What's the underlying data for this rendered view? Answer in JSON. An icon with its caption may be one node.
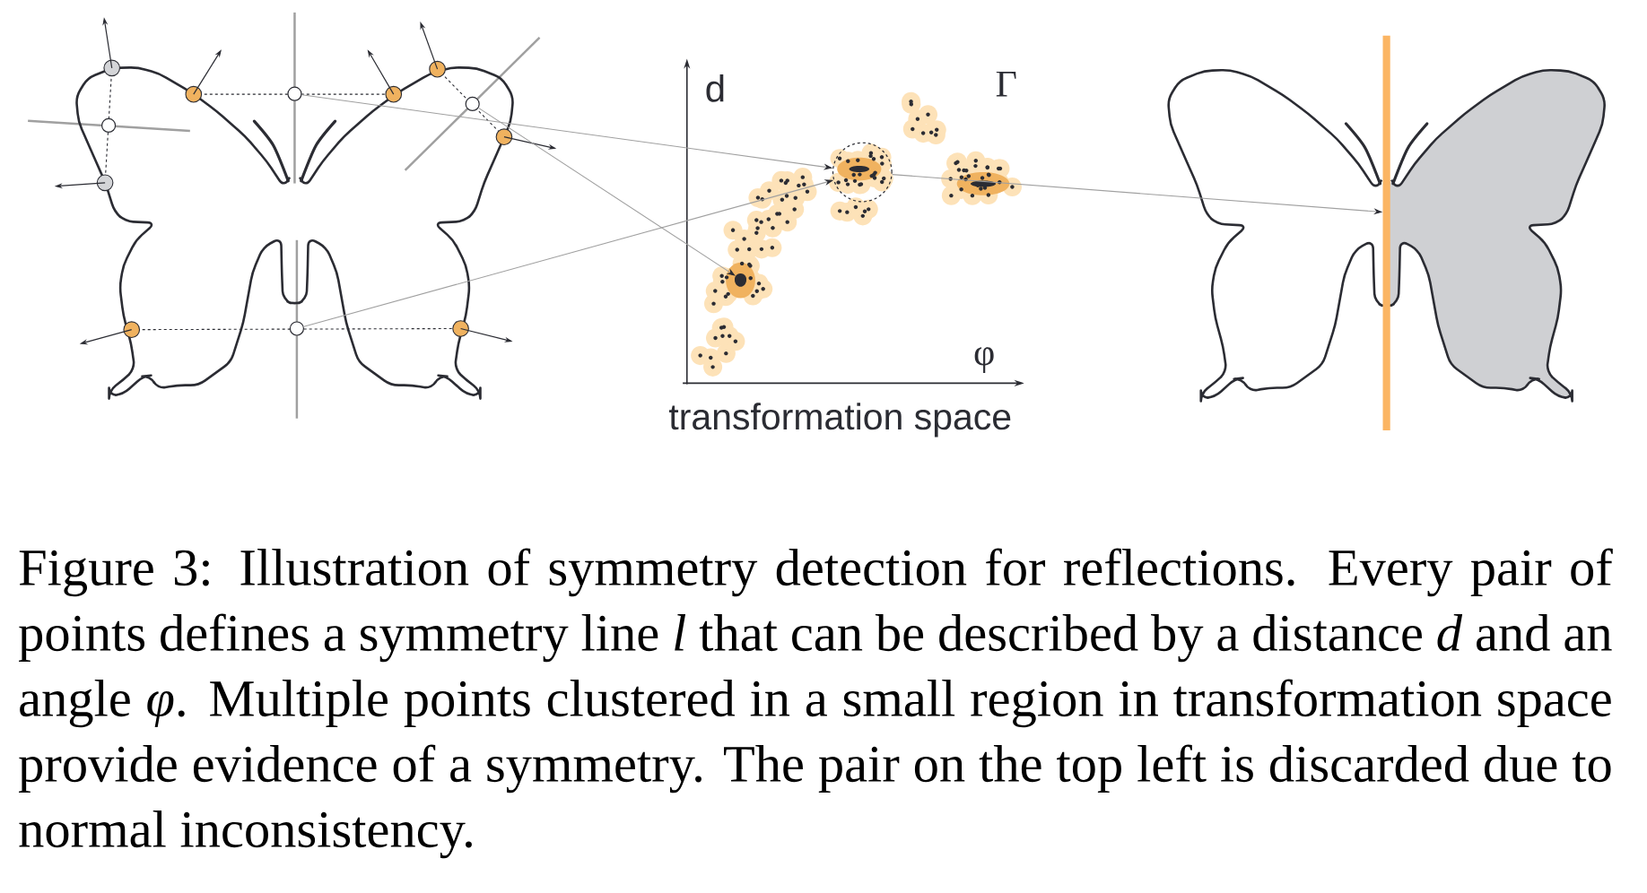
{
  "diagram": {
    "caption": "Figure 3: Illustration of symmetry detection for reflections. Every pair of points defines a symmetry line *l* that can be described by a distance *d* and an angle *φ*. Multiple points clustered in a small region in transformation space provide evidence of a symmetry. The pair on the top left is discarded due to normal inconsistency.",
    "nodes": [
      {
        "text": [],
        "shape": "picture"
      },
      {
        "text": [],
        "shape": "circle",
        "in": 0
      },
      {
        "text": [],
        "shape": "circle",
        "in": 0
      },
      {
        "text": [],
        "shape": "circle",
        "in": 0
      },
      {
        "text": [],
        "shape": "circle",
        "in": 0
      },
      {
        "text": [],
        "shape": "circle"
      },
      {
        "text": [],
        "shape": "circle"
      },
      {
        "text": [],
        "shape": "picture"
      },
      {
        "text": [],
        "shape": "bar"
      }
    ],
    "edges": [
      {
        "from": 1,
        "to": 5,
        "arrow": "to"
      },
      {
        "from": 3,
        "to": 5,
        "arrow": "to"
      },
      {
        "from": 2,
        "to": 6,
        "arrow": "to"
      },
      {
        "from": 5,
        "to": 8,
        "arrow": "to"
      }
    ],
    "labels": [
      "d",
      "Γ",
      "φ",
      "transformation space"
    ]
  }
}
